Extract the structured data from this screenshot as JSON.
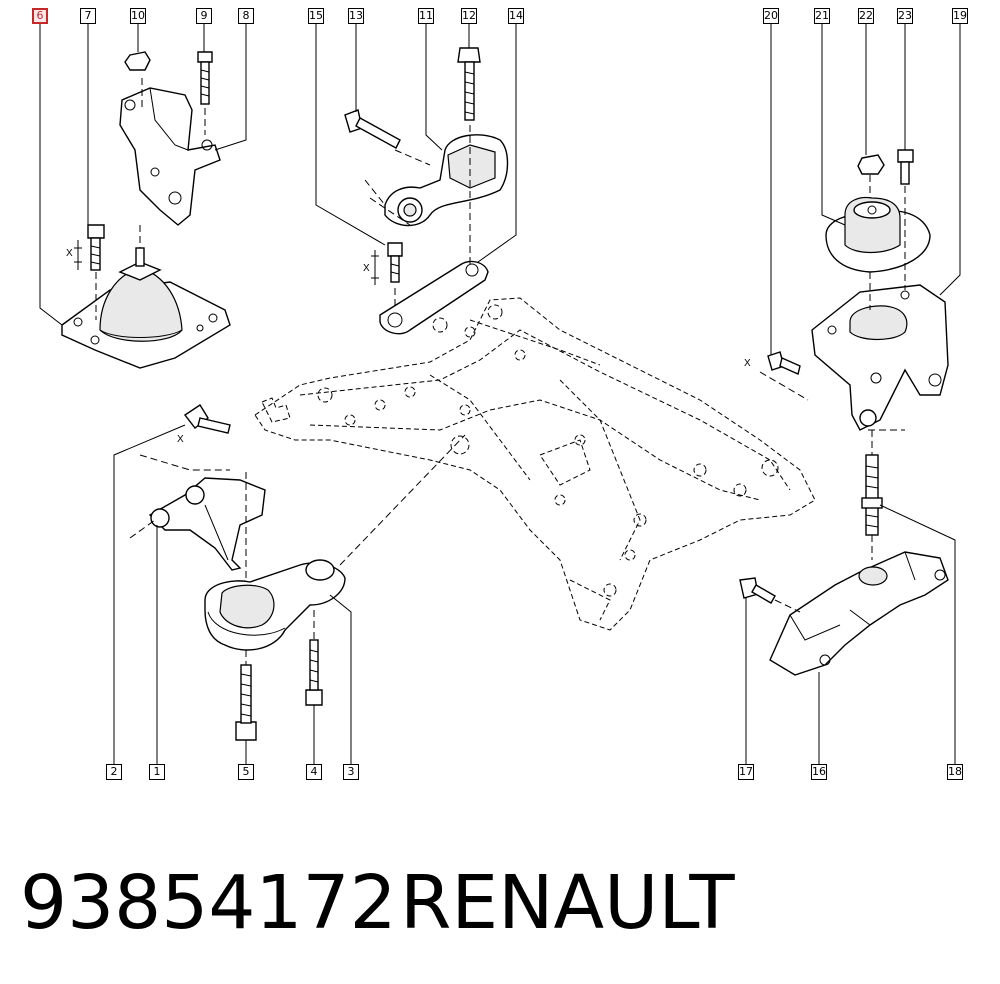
{
  "callouts": [
    {
      "id": "c6",
      "label": "6",
      "highlight": true
    },
    {
      "id": "c7",
      "label": "7"
    },
    {
      "id": "c10",
      "label": "10"
    },
    {
      "id": "c9",
      "label": "9"
    },
    {
      "id": "c8",
      "label": "8"
    },
    {
      "id": "c15",
      "label": "15"
    },
    {
      "id": "c13",
      "label": "13"
    },
    {
      "id": "c11",
      "label": "11"
    },
    {
      "id": "c12",
      "label": "12"
    },
    {
      "id": "c14",
      "label": "14"
    },
    {
      "id": "c20",
      "label": "20"
    },
    {
      "id": "c21",
      "label": "21"
    },
    {
      "id": "c22",
      "label": "22"
    },
    {
      "id": "c23",
      "label": "23"
    },
    {
      "id": "c19",
      "label": "19"
    },
    {
      "id": "c2",
      "label": "2"
    },
    {
      "id": "c1",
      "label": "1"
    },
    {
      "id": "c5",
      "label": "5"
    },
    {
      "id": "c4",
      "label": "4"
    },
    {
      "id": "c3",
      "label": "3"
    },
    {
      "id": "c17",
      "label": "17"
    },
    {
      "id": "c16",
      "label": "16"
    },
    {
      "id": "c18",
      "label": "18"
    }
  ],
  "dimension_label": "X",
  "footer": {
    "part_number": "93854172",
    "brand": "RENAULT"
  },
  "colors": {
    "highlight": "#c62828",
    "line": "#000000"
  }
}
